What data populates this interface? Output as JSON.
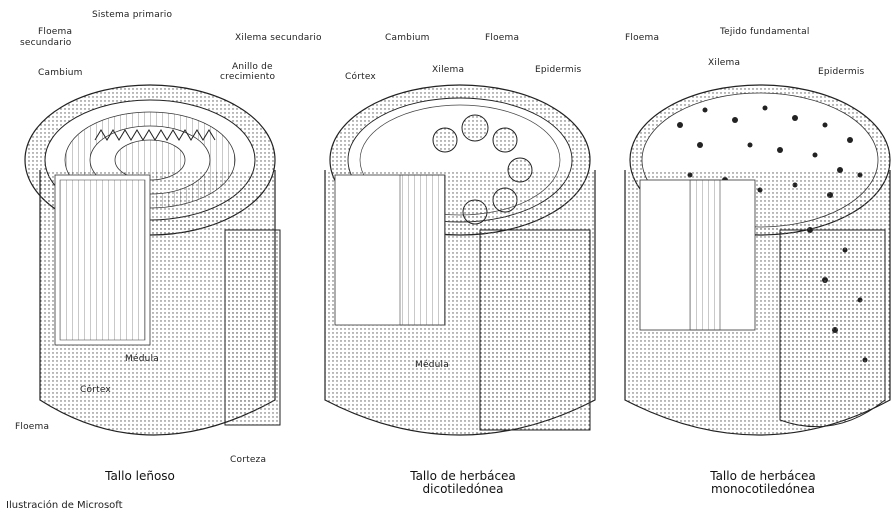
{
  "stems": [
    {
      "caption": [
        "Tallo leñoso"
      ],
      "labels": [
        "Sistema primario",
        "Floema",
        "secundario",
        "Xilema secundario",
        "Cambium",
        "Anillo de",
        "crecimiento",
        "Médula",
        "Córtex",
        "Floema",
        "Corteza"
      ]
    },
    {
      "caption": [
        "Tallo de herbácea",
        "dicotiledónea"
      ],
      "labels": [
        "Cambium",
        "Floema",
        "Xilema",
        "Epidermis",
        "Córtex",
        "Médula"
      ]
    },
    {
      "caption": [
        "Tallo de herbácea",
        "monocotiledónea"
      ],
      "labels": [
        "Floema",
        "Tejido fundamental",
        "Xilema",
        "Epidermis"
      ]
    }
  ],
  "credit": "Ilustración de Microsoft"
}
